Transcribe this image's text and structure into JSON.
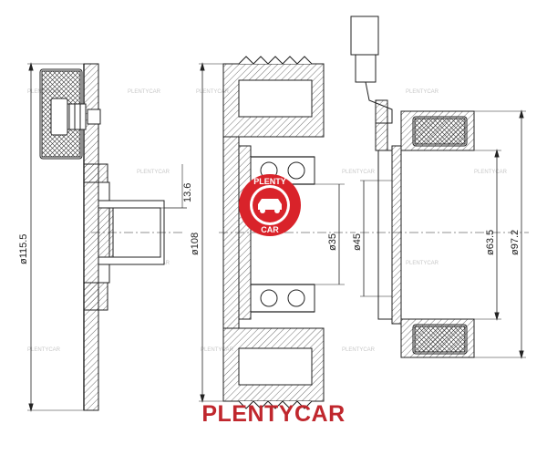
{
  "dimensions": {
    "d115": "ø115.5",
    "d108": "ø108",
    "d13": "13.6",
    "d35": "ø35",
    "d45": "ø45",
    "d63": "ø63.5",
    "d97": "ø97.2"
  },
  "logo": {
    "top_text": "PLENTY",
    "bottom_text": "CAR",
    "color": "#d9232a"
  },
  "caption": {
    "text": "PLENTYCAR",
    "color": "#c0272d"
  },
  "watermark": {
    "text": "PLENTYCAR"
  }
}
